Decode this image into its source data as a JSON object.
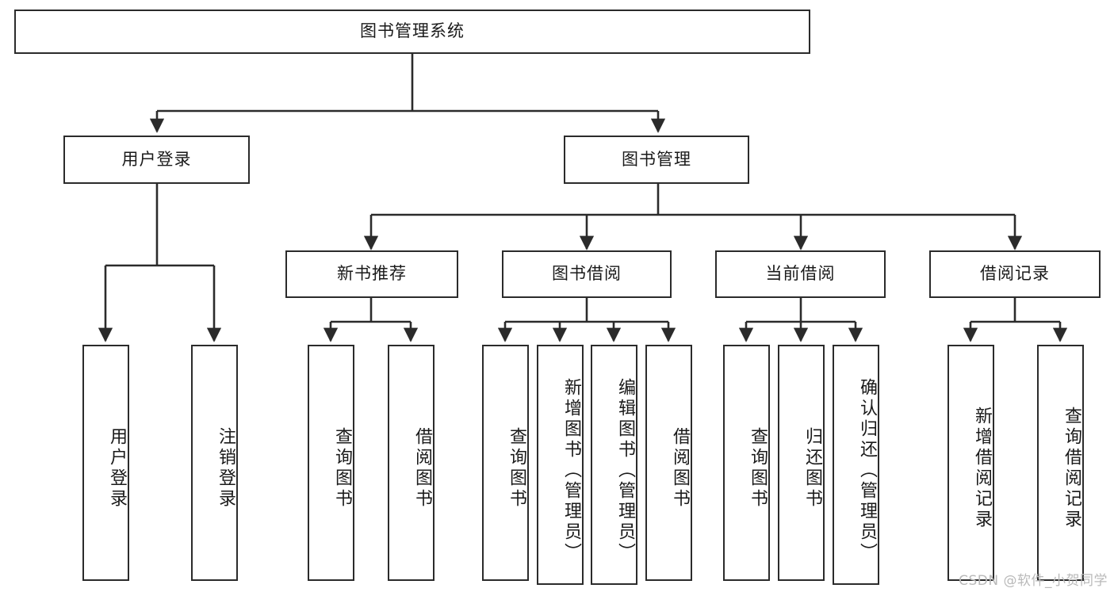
{
  "diagram": {
    "type": "hierarchy-tree",
    "title": "图书管理系统",
    "background_color": "#ffffff",
    "line_color": "#2b2b2b",
    "text_color": "#1a1a1a",
    "watermark": "CSDN @软件_小贺同学"
  },
  "nodes": {
    "root": {
      "label": "图书管理系统"
    },
    "level2": [
      {
        "id": "user-login",
        "label": "用户登录"
      },
      {
        "id": "book-manage",
        "label": "图书管理"
      }
    ],
    "level3": [
      {
        "id": "new-book-recommend",
        "label": "新书推荐"
      },
      {
        "id": "book-borrow",
        "label": "图书借阅"
      },
      {
        "id": "current-borrow",
        "label": "当前借阅"
      },
      {
        "id": "borrow-record",
        "label": "借阅记录"
      }
    ],
    "leaves": {
      "user_login": [
        {
          "id": "leaf-user-login",
          "label": "用户登录"
        },
        {
          "id": "leaf-logout-login",
          "label": "注销登录"
        }
      ],
      "new_book_recommend": [
        {
          "id": "leaf-query-book-1",
          "label": "查询图书"
        },
        {
          "id": "leaf-borrow-book-1",
          "label": "借阅图书"
        }
      ],
      "book_borrow": [
        {
          "id": "leaf-query-book-2",
          "label": "查询图书"
        },
        {
          "id": "leaf-add-book",
          "label": "新增图书（管理员）"
        },
        {
          "id": "leaf-edit-book",
          "label": "编辑图书（管理员）"
        },
        {
          "id": "leaf-borrow-book-2",
          "label": "借阅图书"
        }
      ],
      "current_borrow": [
        {
          "id": "leaf-query-book-3",
          "label": "查询图书"
        },
        {
          "id": "leaf-return-book",
          "label": "归还图书"
        },
        {
          "id": "leaf-confirm-return",
          "label": "确认归还（管理员）"
        }
      ],
      "borrow_record": [
        {
          "id": "leaf-add-record",
          "label": "新增借阅记录"
        },
        {
          "id": "leaf-query-record",
          "label": "查询借阅记录"
        }
      ]
    }
  }
}
